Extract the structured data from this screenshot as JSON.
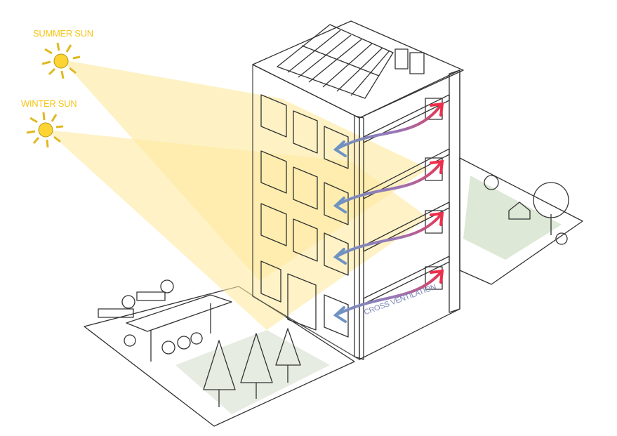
{
  "labels": {
    "summer_sun": "SUMMER SUN",
    "winter_sun": "WINTER SUN",
    "cross_ventilation": "CROSS VENTILATION"
  },
  "colors": {
    "sun_label": "#f5c518",
    "sun": "#fcd535",
    "beam": "#fdeeb0",
    "facade": "#fbe7a8",
    "ventilation_label": "#7d86b8",
    "arrow_start": "#6f93c2",
    "arrow_end": "#ec2f4b",
    "greenery": "#cfe0c8"
  }
}
